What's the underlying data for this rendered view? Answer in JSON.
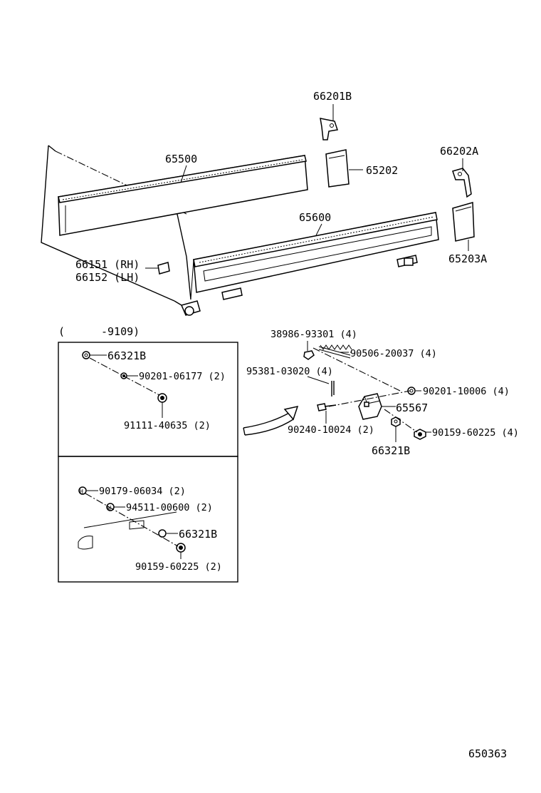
{
  "diagram_id": "650363",
  "range_label_open": "(",
  "range_label_code": "-9109)",
  "labels": {
    "p66201B": "66201B",
    "p65500": "65500",
    "p65202": "65202",
    "p66202A": "66202A",
    "p65600": "65600",
    "p65203A": "65203A",
    "p66151": "66151 (RH)",
    "p66152": "66152 (LH)",
    "p38986": "38986-93301 (4)",
    "p90506": "90506-20037 (4)",
    "p95381": "95381-03020 (4)",
    "p90201_10006": "90201-10006 (4)",
    "p65567": "65567",
    "p90240": "90240-10024 (2)",
    "p90159_a": "90159-60225 (4)",
    "p66321B_a": "66321B"
  },
  "box_top": {
    "p66321B": "66321B",
    "p90201_06177": "90201-06177 (2)",
    "p91111": "91111-40635 (2)"
  },
  "box_bottom": {
    "p90179": "90179-06034 (2)",
    "p94511": "94511-00600 (2)",
    "p66321B": "66321B",
    "p90159": "90159-60225 (2)"
  }
}
